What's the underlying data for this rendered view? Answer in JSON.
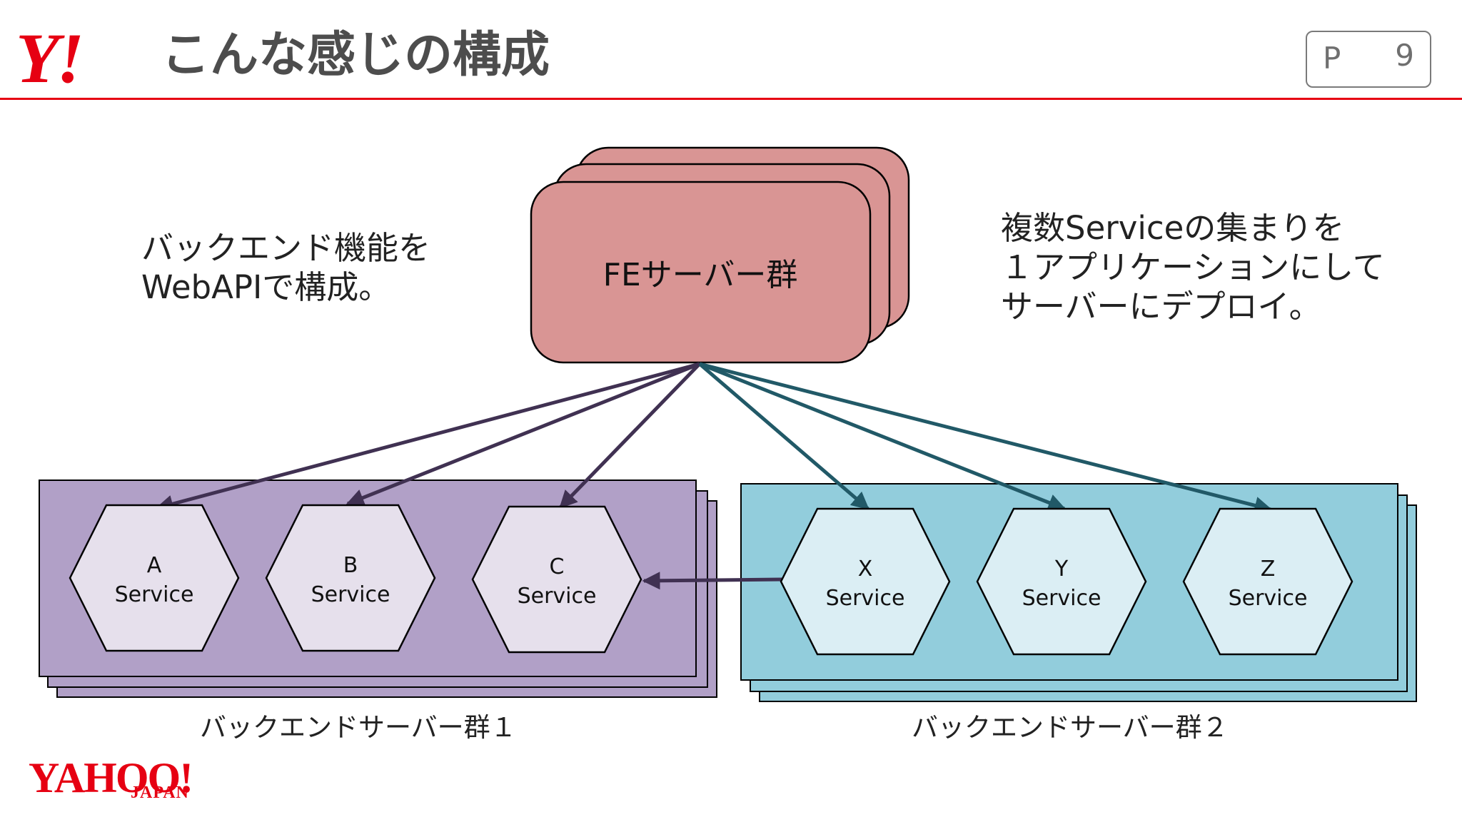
{
  "header": {
    "logo_text": "Y!",
    "title": "こんな感じの構成",
    "page_label": "P",
    "page_number": "9"
  },
  "annotations": {
    "left_lines": [
      "バックエンド機能を",
      "WebAPIで構成。"
    ],
    "right_lines": [
      "複数Serviceの集まりを",
      "１アプリケーションにして",
      "サーバーにデプロイ。"
    ]
  },
  "frontend": {
    "label": "FEサーバー群",
    "fill": "#d99594"
  },
  "backend_groups": [
    {
      "label": "バックエンドサーバー群１",
      "fill": "#b1a0c7"
    },
    {
      "label": "バックエンドサーバー群２",
      "fill": "#92cddc"
    }
  ],
  "services": [
    {
      "letter": "A",
      "name": "Service"
    },
    {
      "letter": "B",
      "name": "Service"
    },
    {
      "letter": "C",
      "name": "Service"
    },
    {
      "letter": "X",
      "name": "Service"
    },
    {
      "letter": "Y",
      "name": "Service"
    },
    {
      "letter": "Z",
      "name": "Service"
    }
  ],
  "colors": {
    "accent": "#e60012",
    "arrow_group1": "#403152",
    "arrow_group2": "#215967"
  },
  "footer": {
    "logo_text": "YAHOO!",
    "sub_text": "JAPAN"
  }
}
